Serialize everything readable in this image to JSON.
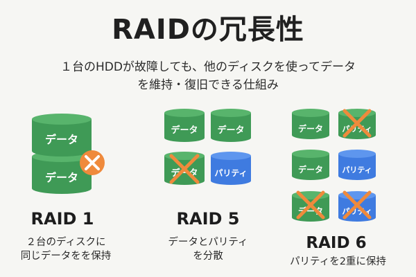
{
  "title": "RAIDの冗長性",
  "subtitle": {
    "line1": "１台のHDDが故障しても、他のディスクを使ってデータ",
    "line2": "を維持・復旧できる仕組み"
  },
  "colors": {
    "data_disk": "#3f9a56",
    "data_disk_top": "#58b46c",
    "parity_disk": "#3f7be0",
    "parity_disk_top": "#5e96ee",
    "failure_mark": "#ef8a3c"
  },
  "disk_labels": {
    "data": "データ",
    "parity": "パリティ"
  },
  "raid1": {
    "label": "RAID 1",
    "desc1": "２台のディスクに",
    "desc2": "同じデータをを保持"
  },
  "raid5": {
    "label": "RAID 5",
    "desc1": "データとパリティ",
    "desc2": "を分散"
  },
  "raid6": {
    "label": "RAID 6",
    "desc1": "パリティを2重に保持"
  }
}
